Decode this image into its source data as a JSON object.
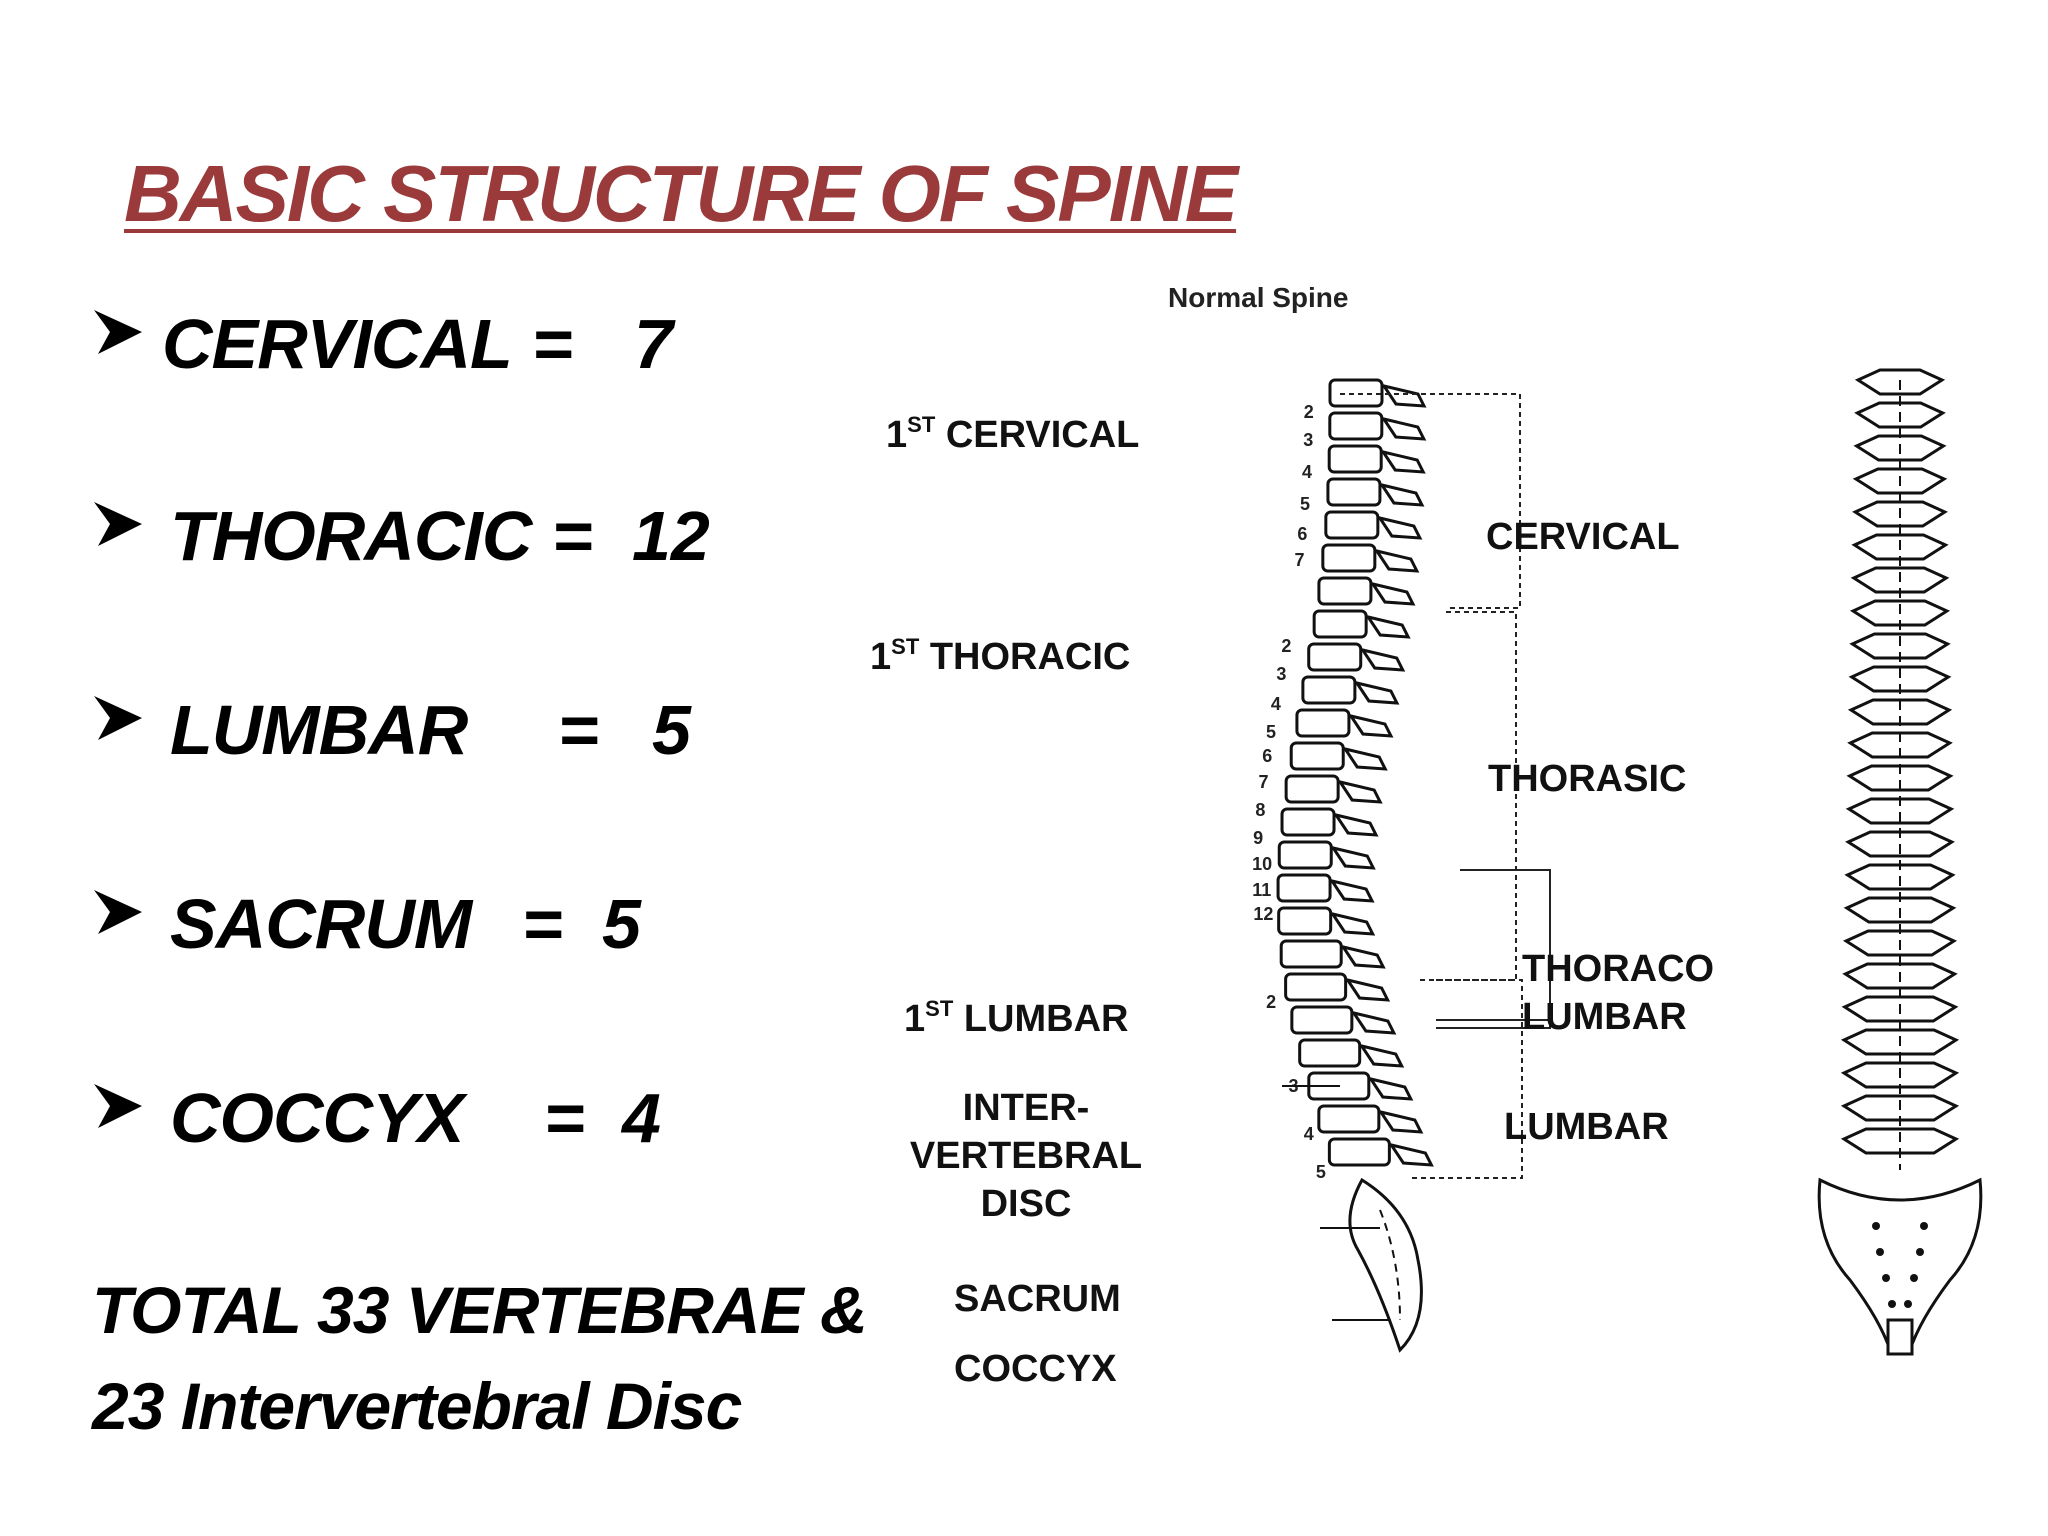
{
  "title": "BASIC STRUCTURE OF SPINE",
  "colors": {
    "title": "#9b3a3a",
    "text": "#000000"
  },
  "list": [
    {
      "name": "CERVICAL",
      "eq": "=",
      "value": "7"
    },
    {
      "name": "THORACIC",
      "eq": "=",
      "value": "12"
    },
    {
      "name": "LUMBAR",
      "eq": "=",
      "value": "5"
    },
    {
      "name": "SACRUM",
      "eq": "=",
      "value": "5"
    },
    {
      "name": "COCCYX",
      "eq": "=",
      "value": "4"
    }
  ],
  "total": {
    "line1": "TOTAL 33  VERTEBRAE &",
    "line2": "23 Intervertebral Disc"
  },
  "diagram": {
    "heading": "Normal Spine",
    "left_labels": {
      "first_cervical": {
        "num": "1",
        "sup": "ST",
        "text": " CERVICAL"
      },
      "first_thoracic": {
        "num": "1",
        "sup": "ST",
        "text": " THORACIC"
      },
      "first_lumbar": {
        "num": "1",
        "sup": "ST",
        "text": " LUMBAR"
      },
      "disc": [
        "INTER-",
        "VERTEBRAL",
        "DISC"
      ],
      "sacrum": "SACRUM",
      "coccyx": "COCCYX"
    },
    "region_labels": {
      "cervical": "CERVICAL",
      "thoracic": "THORASIC",
      "thoracolumbar_1": "THORACO",
      "thoracolumbar_2": "LUMBAR",
      "lumbar": "LUMBAR"
    },
    "numbers": {
      "cervical": [
        "2",
        "3",
        "4",
        "5",
        "6",
        "7"
      ],
      "thoracic": [
        "2",
        "3",
        "4",
        "5",
        "6",
        "7",
        "8",
        "9",
        "10",
        "11",
        "12"
      ],
      "lumbar": [
        "2",
        "3",
        "4",
        "5"
      ]
    }
  }
}
